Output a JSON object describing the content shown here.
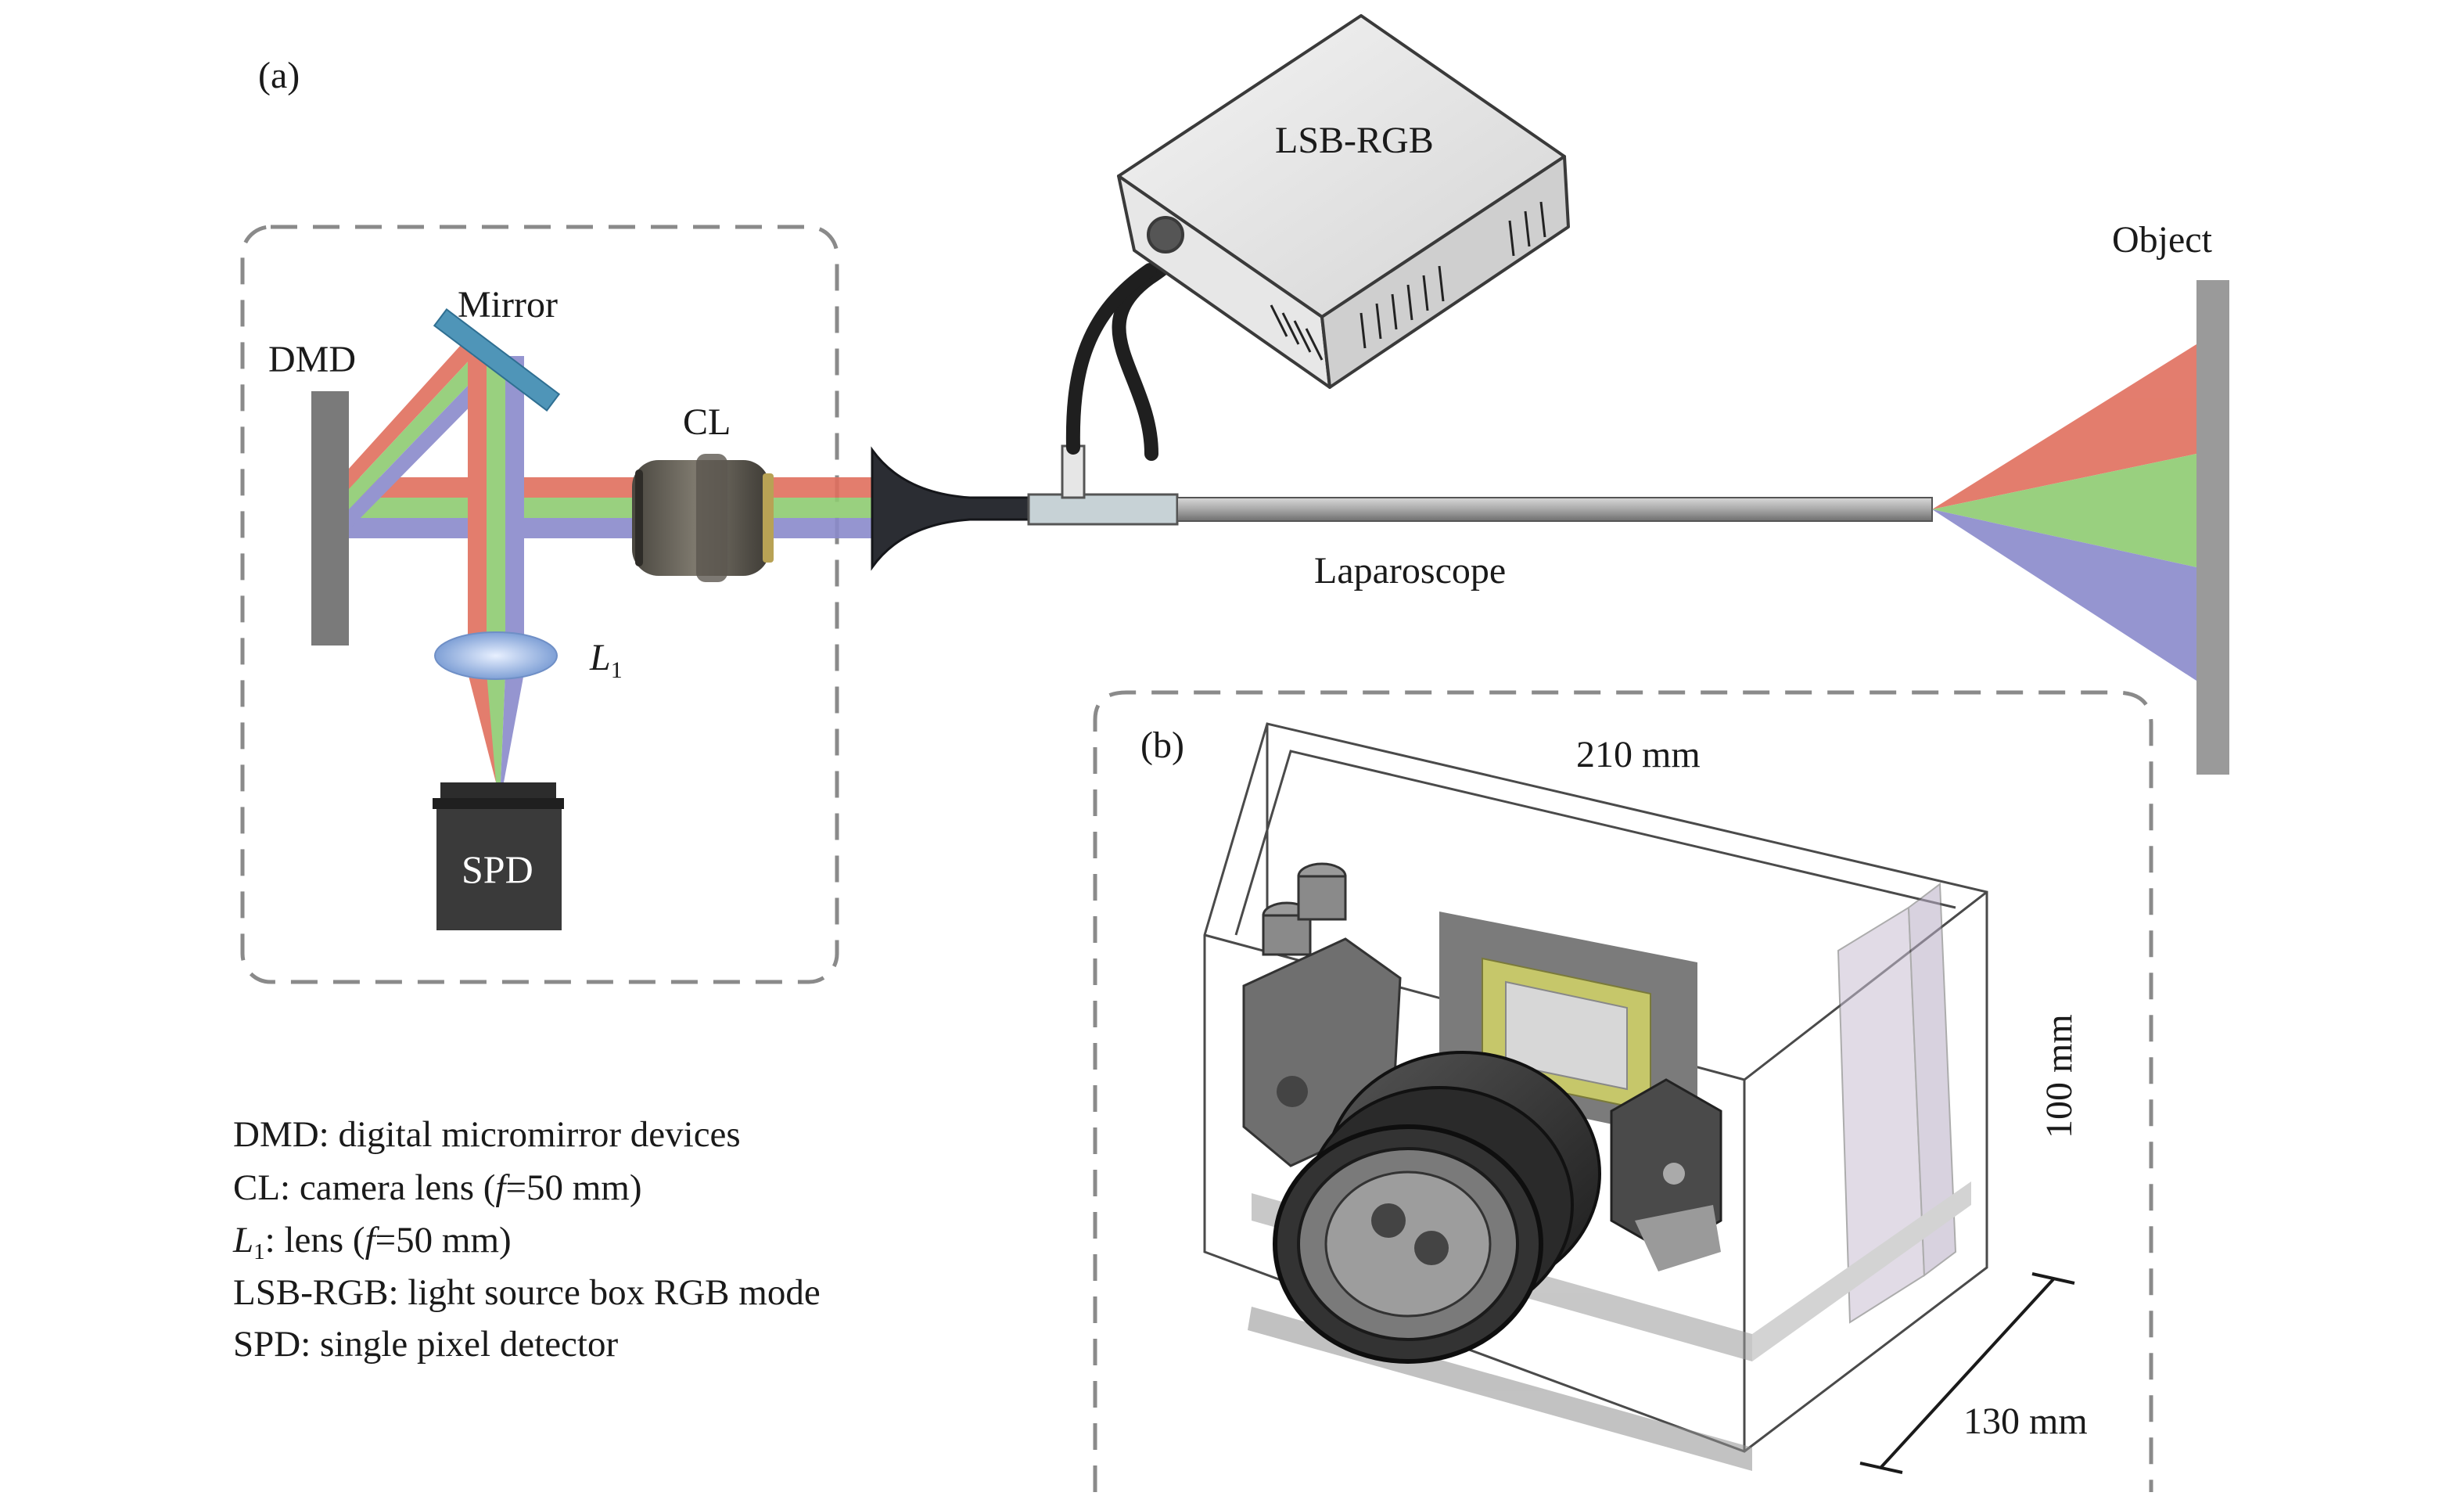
{
  "panel_a": {
    "label": "(a)",
    "dmd": "DMD",
    "mirror": "Mirror",
    "cl": "CL",
    "l1_main": "L",
    "l1_sub": "1",
    "spd": "SPD",
    "lsb": "LSB-RGB",
    "object": "Object",
    "laparoscope": "Laparoscope"
  },
  "legend": {
    "dmd": "DMD: digital micromirror devices",
    "cl_pre": "CL: camera lens (",
    "cl_f": "f",
    "cl_post": "=50 mm)",
    "l1_main": "L",
    "l1_sub": "1",
    "l1_pre": ": lens (",
    "l1_f": "f",
    "l1_post": "=50 mm)",
    "lsb": "LSB-RGB: light source box RGB mode",
    "spd": "SPD: single pixel detector"
  },
  "panel_b": {
    "label": "(b)",
    "width_dim": "210 mm",
    "height_dim": "100 mm",
    "depth_dim": "130 mm"
  },
  "colors": {
    "red": "#e06f5e",
    "green": "#8fcb72",
    "blue": "#8a8acb",
    "dashed": "#8a8a8a",
    "gray": "#9a9a9a"
  }
}
